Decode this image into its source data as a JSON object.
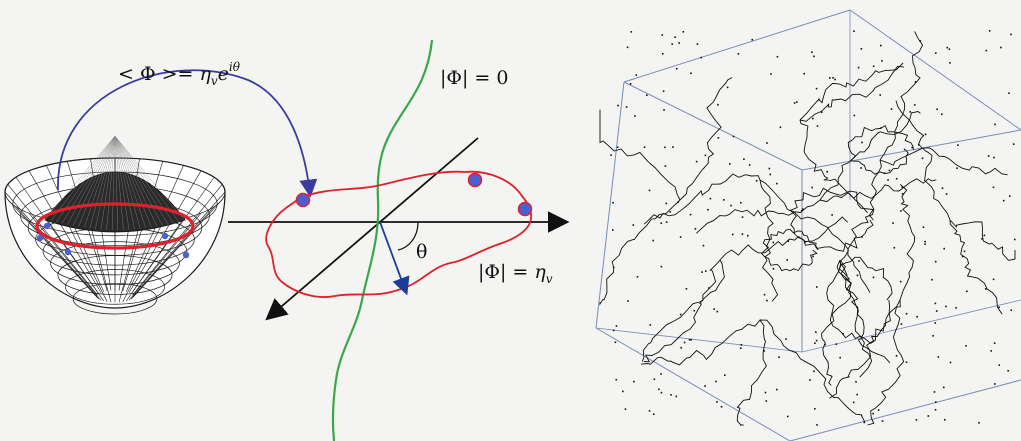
{
  "labels": {
    "vev": "< Φ >= ηᵥe^{iθ}",
    "vev_lhs": "< Φ >= ",
    "vev_eta": "η",
    "vev_eta_sub": "v",
    "vev_e": "e",
    "vev_exp": "iθ",
    "zero_modulus": "|Φ| = 0",
    "vacuum_modulus_lhs": "|Φ| = ",
    "vacuum_eta": "η",
    "vacuum_eta_sub": "v",
    "angle": "θ"
  },
  "colors": {
    "background": "#f4f4f2",
    "bowl_mesh": "#1a1a1a",
    "vacuum_ring": "#e0202a",
    "vev_arrow": "#3a3aa0",
    "string_core": "#3aa84a",
    "axes": "#111111",
    "phase_arrow": "#1c3c9a",
    "vacuum_point": "#4a5fd0",
    "cube_edge": "#7a8ab8",
    "network": "#111111"
  }
}
